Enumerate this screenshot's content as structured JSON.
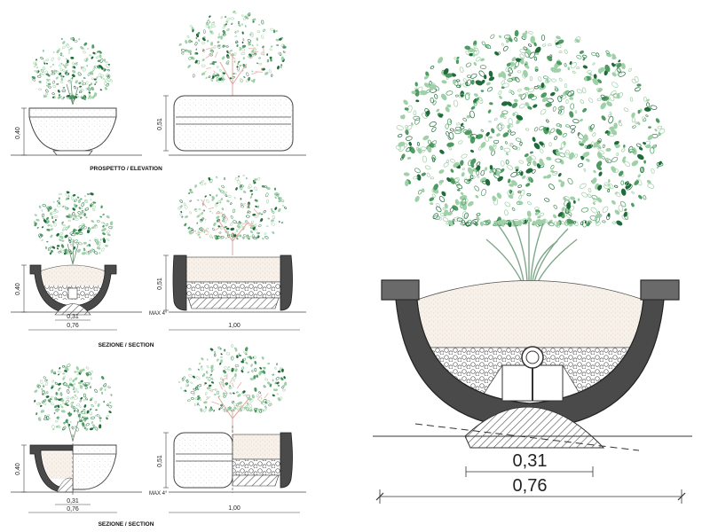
{
  "sheet": {
    "caption_elevation": "PROSPETTO / ELEVATION",
    "caption_section_1": "SEZIONE  /  SECTION",
    "caption_section_2": "SEZIONE  /  SECTION"
  },
  "dims": {
    "pot_height": "0,40",
    "planter_height": "0,51",
    "base_width": "0,31",
    "pot_width": "0,76",
    "planter_width": "1,00",
    "max_slope": "MAX 4°"
  },
  "colors": {
    "foliage_dark": "#1f6b3a",
    "foliage_mid": "#4f9a63",
    "foliage_light": "#9fd0a8",
    "branch": "#e8b8b0",
    "stem": "#7fa88a",
    "wall": "#4a4a4a",
    "wall_light": "#7a7a7a",
    "soil": "#f7f1ea",
    "line": "#333333"
  }
}
